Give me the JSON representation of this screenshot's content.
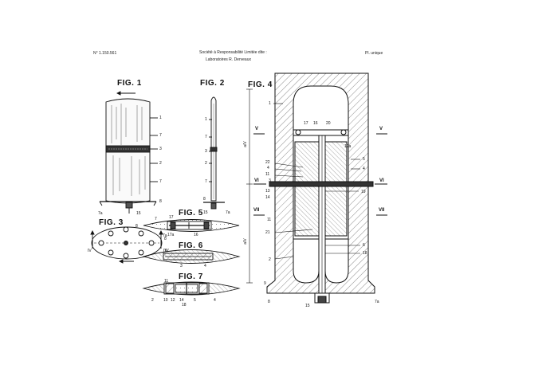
{
  "header": {
    "number": "N° 1.150.561",
    "company_line1": "Société à Responsabilité Limitée dite :",
    "company_line2": "Laboratoires R. Derveaux",
    "plate": "Pl. unique"
  },
  "figures": {
    "fig1": "FIG. 1",
    "fig2": "FIG. 2",
    "fig3": "FIG. 3",
    "fig4": "FIG. 4",
    "fig5": "FIG. 5",
    "fig6": "FIG. 6",
    "fig7": "FIG. 7"
  },
  "labels": {
    "f1": [
      "1",
      "7",
      "3",
      "2",
      "7",
      "8",
      "7a",
      "15"
    ],
    "f2": [
      "1",
      "7",
      "3",
      "2",
      "7",
      "8",
      "15",
      "7a"
    ],
    "f3": [
      "8",
      "7a",
      "IV",
      "IV"
    ],
    "f5": [
      "7",
      "17",
      "16",
      "17a",
      "8"
    ],
    "f6": [
      "IV",
      "3",
      "4"
    ],
    "f7": [
      "11",
      "2",
      "10",
      "12",
      "14",
      "5",
      "4",
      "18"
    ],
    "f4_left": [
      "1",
      "V",
      "22",
      "4",
      "11",
      "3",
      "13",
      "14",
      "VI",
      "VII",
      "11",
      "21",
      "2",
      "9",
      "8"
    ],
    "f4_right": [
      "V",
      "17",
      "16",
      "20",
      "19a",
      "5",
      "4",
      "VI",
      "19",
      "VII",
      "6",
      "18",
      "7a",
      "15"
    ],
    "f4_dims": [
      "a/V",
      "a/V"
    ]
  }
}
